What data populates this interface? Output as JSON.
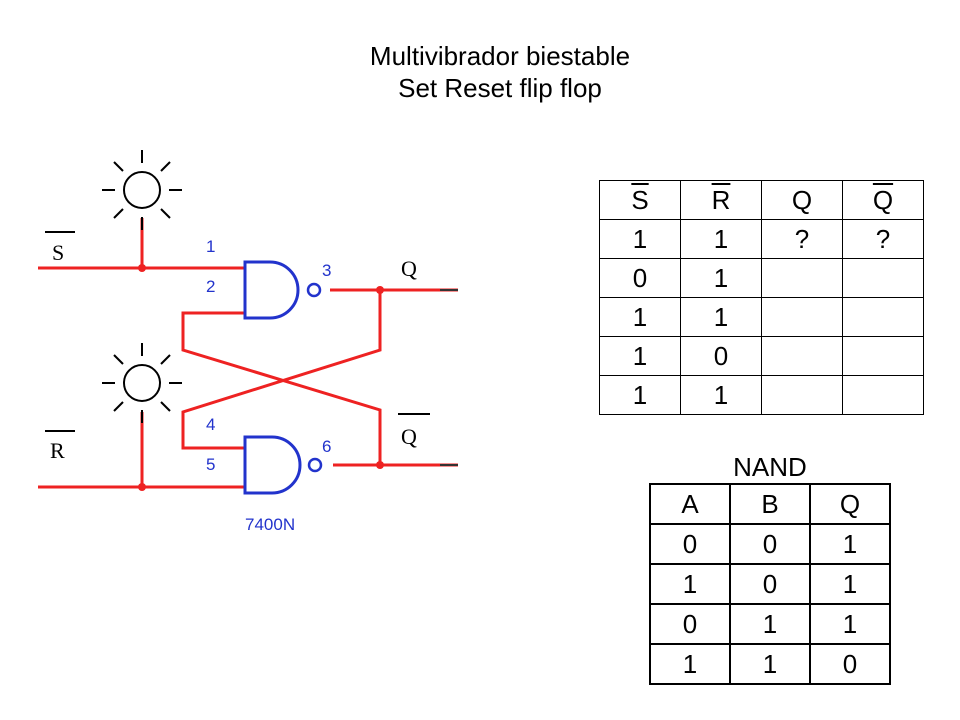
{
  "title": {
    "line1": "Multivibrador biestable",
    "line2": "Set Reset flip flop"
  },
  "circuit": {
    "input_s_label": "S",
    "input_r_label": "R",
    "output_q_label": "Q",
    "output_qbar_label": "Q",
    "pin_labels": [
      "1",
      "2",
      "3",
      "4",
      "5",
      "6"
    ],
    "chip_label": "7400N",
    "colors": {
      "wire": "#ee2222",
      "gate": "#2233cc",
      "lamp": "#000000"
    }
  },
  "sr_table": {
    "headers": [
      "S",
      "R",
      "Q",
      "Q"
    ],
    "rows": [
      [
        "1",
        "1",
        "?",
        "?"
      ],
      [
        "0",
        "1",
        "",
        ""
      ],
      [
        "1",
        "1",
        "",
        ""
      ],
      [
        "1",
        "0",
        "",
        ""
      ],
      [
        "1",
        "1",
        "",
        ""
      ]
    ]
  },
  "nand_table": {
    "caption": "NAND",
    "headers": [
      "A",
      "B",
      "Q"
    ],
    "rows": [
      [
        "0",
        "0",
        "1"
      ],
      [
        "1",
        "0",
        "1"
      ],
      [
        "0",
        "1",
        "1"
      ],
      [
        "1",
        "1",
        "0"
      ]
    ]
  }
}
